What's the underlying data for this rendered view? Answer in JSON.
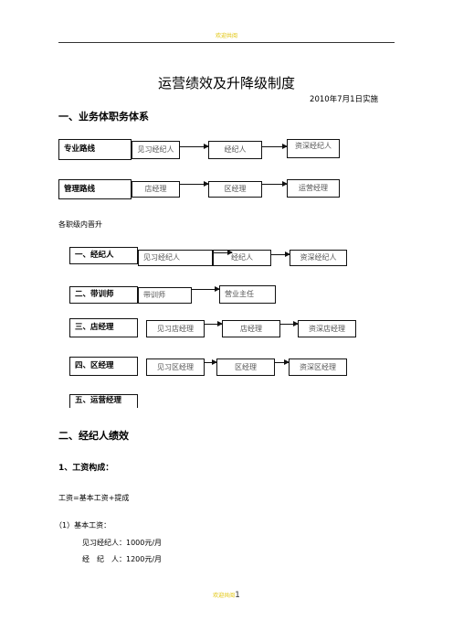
{
  "header_text": "欢迎共阅",
  "title": "运营绩效及升降级制度",
  "date": "2010年7月1日实施",
  "section1": {
    "heading": "一、业务体职务体系",
    "professional": {
      "label": "专业路线",
      "steps": [
        "见习经纪人",
        "经纪人",
        "资深经纪人"
      ]
    },
    "management": {
      "label": "管理路线",
      "steps": [
        "店经理",
        "区经理",
        "运营经理"
      ]
    }
  },
  "promotion": {
    "heading": "各职级内晋升",
    "rows": [
      {
        "label": "一、经纪人",
        "steps": [
          "见习经纪人",
          "经纪人",
          "资深经纪人"
        ]
      },
      {
        "label": "二、带训师",
        "steps": [
          "带训师",
          "营业主任"
        ]
      },
      {
        "label": "三、店经理",
        "steps": [
          "见习店经理",
          "店经理",
          "资深店经理"
        ]
      },
      {
        "label": "四、区经理",
        "steps": [
          "见习区经理",
          "区经理",
          "资深区经理"
        ]
      },
      {
        "label": "五、运营经理",
        "steps": []
      }
    ]
  },
  "section2": {
    "heading": "二、经纪人绩效",
    "sub": "1、工资构成：",
    "formula": "工资=基本工资+提成",
    "basic_label": "（1）基本工资：",
    "items": [
      "见习经纪人：1000元/月",
      "经　纪　人：1200元/月"
    ]
  },
  "footer": {
    "text": "欢迎共阅",
    "page": "1"
  }
}
